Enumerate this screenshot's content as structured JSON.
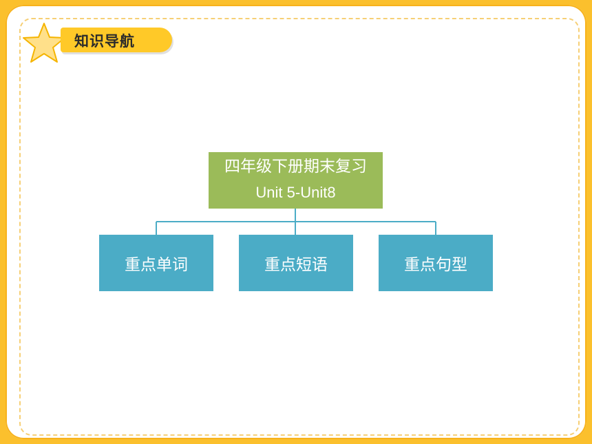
{
  "header": {
    "section_label": "知识导航"
  },
  "diagram": {
    "root": {
      "title": "四年级下册期末复习",
      "subtitle": "Unit 5-Unit8"
    },
    "children": [
      {
        "label": "重点单词"
      },
      {
        "label": "重点短语"
      },
      {
        "label": "重点句型"
      }
    ]
  },
  "colors": {
    "root_fill": "#9bbb59",
    "child_fill": "#4bacc6",
    "connector": "#4bacc6",
    "frame_border": "#fbc02d",
    "label_bar": "#ffc928"
  }
}
